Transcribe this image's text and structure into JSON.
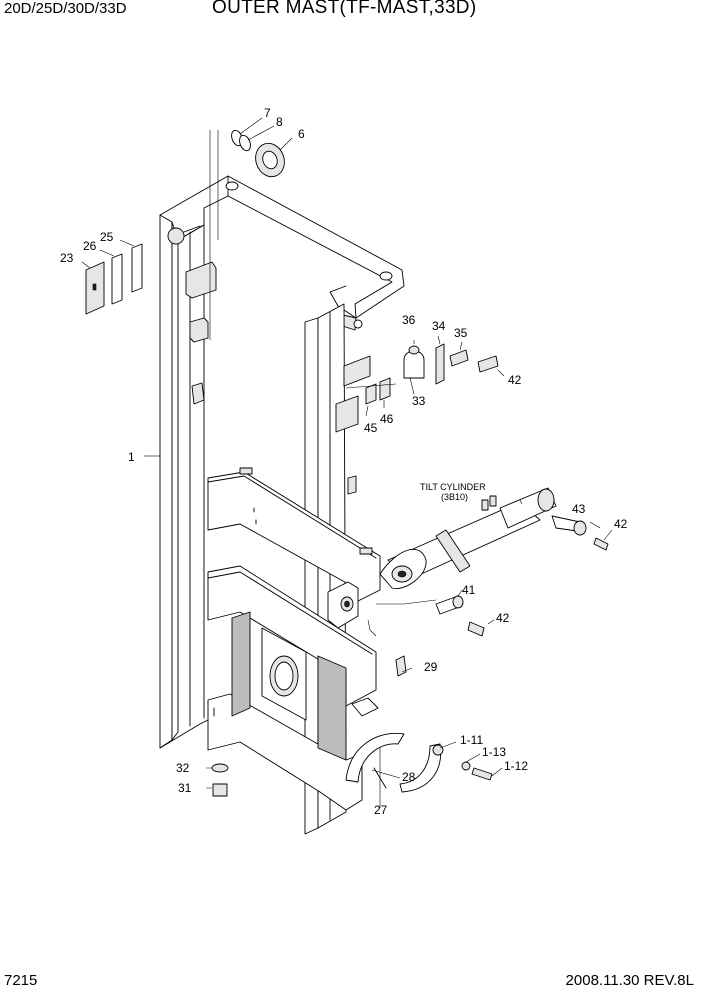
{
  "header": {
    "models": "20D/25D/30D/33D",
    "title": "OUTER MAST(TF-MAST,33D)"
  },
  "footer": {
    "page_number": "7215",
    "date_rev": "2008.11.30  REV.8L"
  },
  "notes": {
    "tilt_cylinder": "TILT CYLINDER",
    "tilt_cylinder_ref": "(3B10)"
  },
  "callouts": {
    "c1": "1",
    "c6": "6",
    "c7": "7",
    "c8": "8",
    "c23": "23",
    "c25": "25",
    "c26": "26",
    "c27": "27",
    "c28": "28",
    "c29": "29",
    "c31": "31",
    "c32": "32",
    "c33": "33",
    "c34": "34",
    "c35": "35",
    "c36": "36",
    "c41": "41",
    "c42a": "42",
    "c42b": "42",
    "c42c": "42",
    "c43": "43",
    "c45": "45",
    "c46": "46",
    "c1_11": "1-11",
    "c1_12": "1-12",
    "c1_13": "1-13"
  }
}
